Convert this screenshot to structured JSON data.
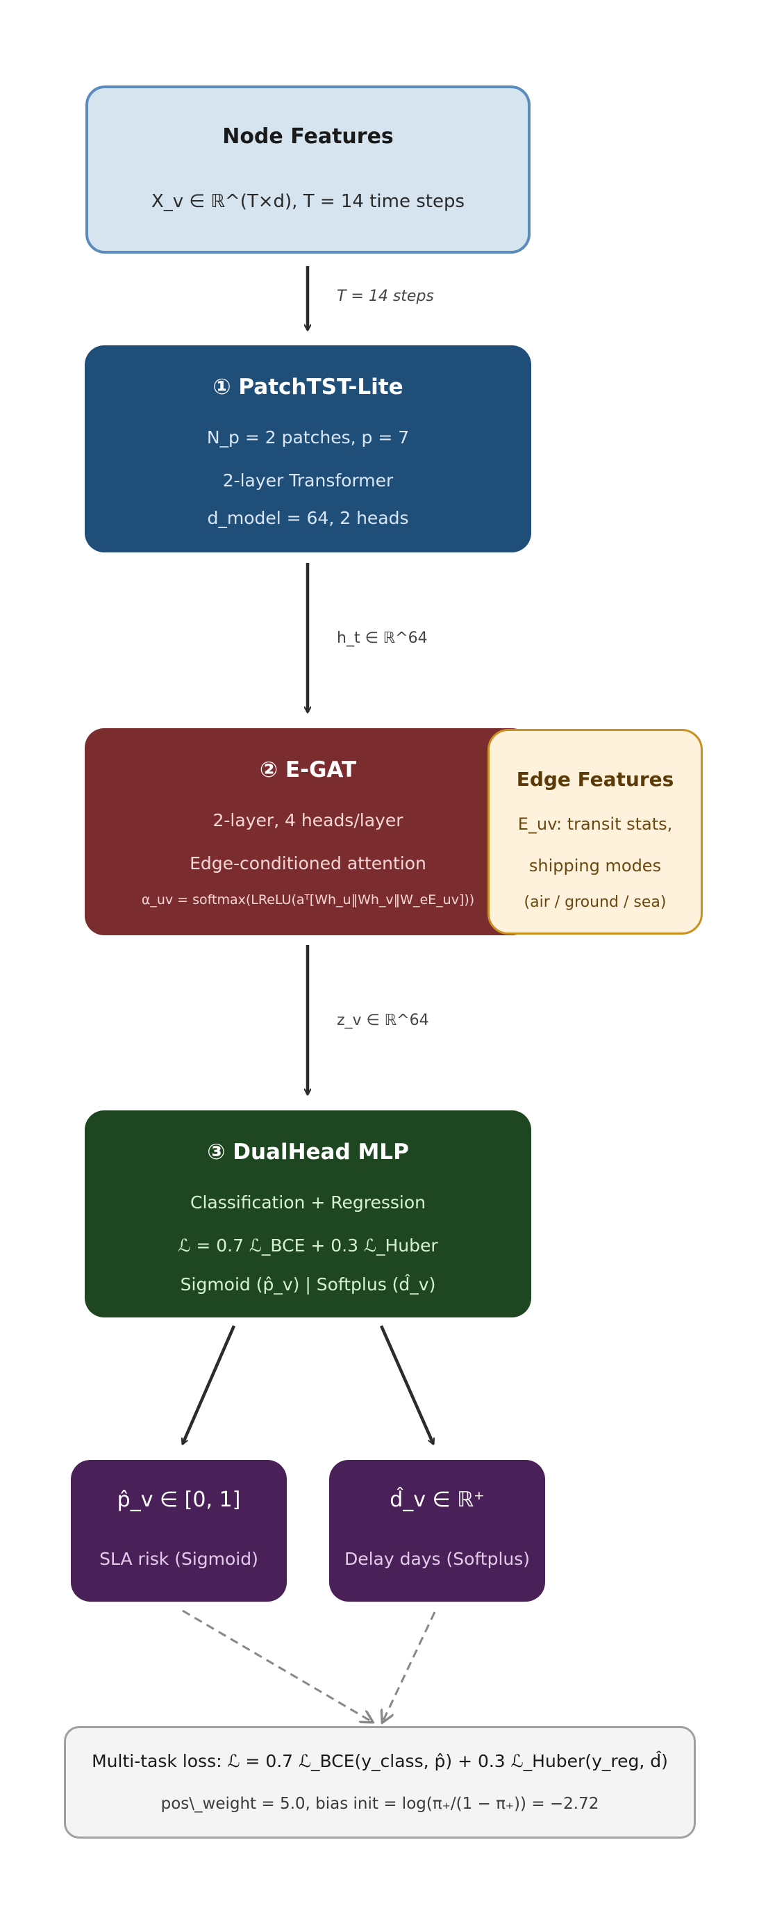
{
  "node_features": {
    "title": "Node Features",
    "formula": "X_v ∈ ℝ^(T×d),  T = 14 time steps"
  },
  "arrow1_label": "T = 14 steps",
  "patchtst": {
    "title": "① PatchTST-Lite",
    "line1": "N_p = 2 patches, p = 7",
    "line2": "2-layer Transformer",
    "line3": "d_model = 64, 2 heads"
  },
  "arrow2_label": "h_t ∈ ℝ^64",
  "egat": {
    "title": "② E-GAT",
    "line1": "2-layer, 4 heads/layer",
    "line2": "Edge-conditioned attention",
    "line3": "α_uv = softmax(LReLU(aᵀ[Wh_u‖Wh_v‖W_eE_uv]))"
  },
  "edge_features": {
    "title": "Edge Features",
    "line1": "E_uv: transit stats,",
    "line2": "shipping modes",
    "line3": "(air / ground / sea)"
  },
  "arrow3_label": "z_v ∈ ℝ^64",
  "dualhead": {
    "title": "③ DualHead MLP",
    "line1": "Classification  +  Regression",
    "line2": "ℒ = 0.7 ℒ_BCE + 0.3 ℒ_Huber",
    "line3": "Sigmoid (p̂_v)  |  Softplus (d̂_v)"
  },
  "sla_out": {
    "formula": "p̂_v ∈ [0, 1]",
    "caption": "SLA risk (Sigmoid)"
  },
  "delay_out": {
    "formula": "d̂_v ∈ ℝ⁺",
    "caption": "Delay days (Softplus)"
  },
  "loss": {
    "line1": "Multi-task loss:  ℒ = 0.7 ℒ_BCE(y_class, p̂) + 0.3 ℒ_Huber(y_reg, d̂)",
    "line2": "pos\\_weight = 5.0,  bias init = log(π₊/(1 − π₊)) = −2.72"
  },
  "colors": {
    "node_fill": "#d6e4f0",
    "node_border": "#5b8bbd",
    "patchtst": "#1f4e79",
    "egat": "#7b2c2f",
    "edge_fill": "#fff2dc",
    "edge_border": "#c8901f",
    "dualhead": "#1e4620",
    "output": "#4a2058",
    "loss_fill": "#f4f4f4",
    "loss_border": "#a0a0a0"
  }
}
